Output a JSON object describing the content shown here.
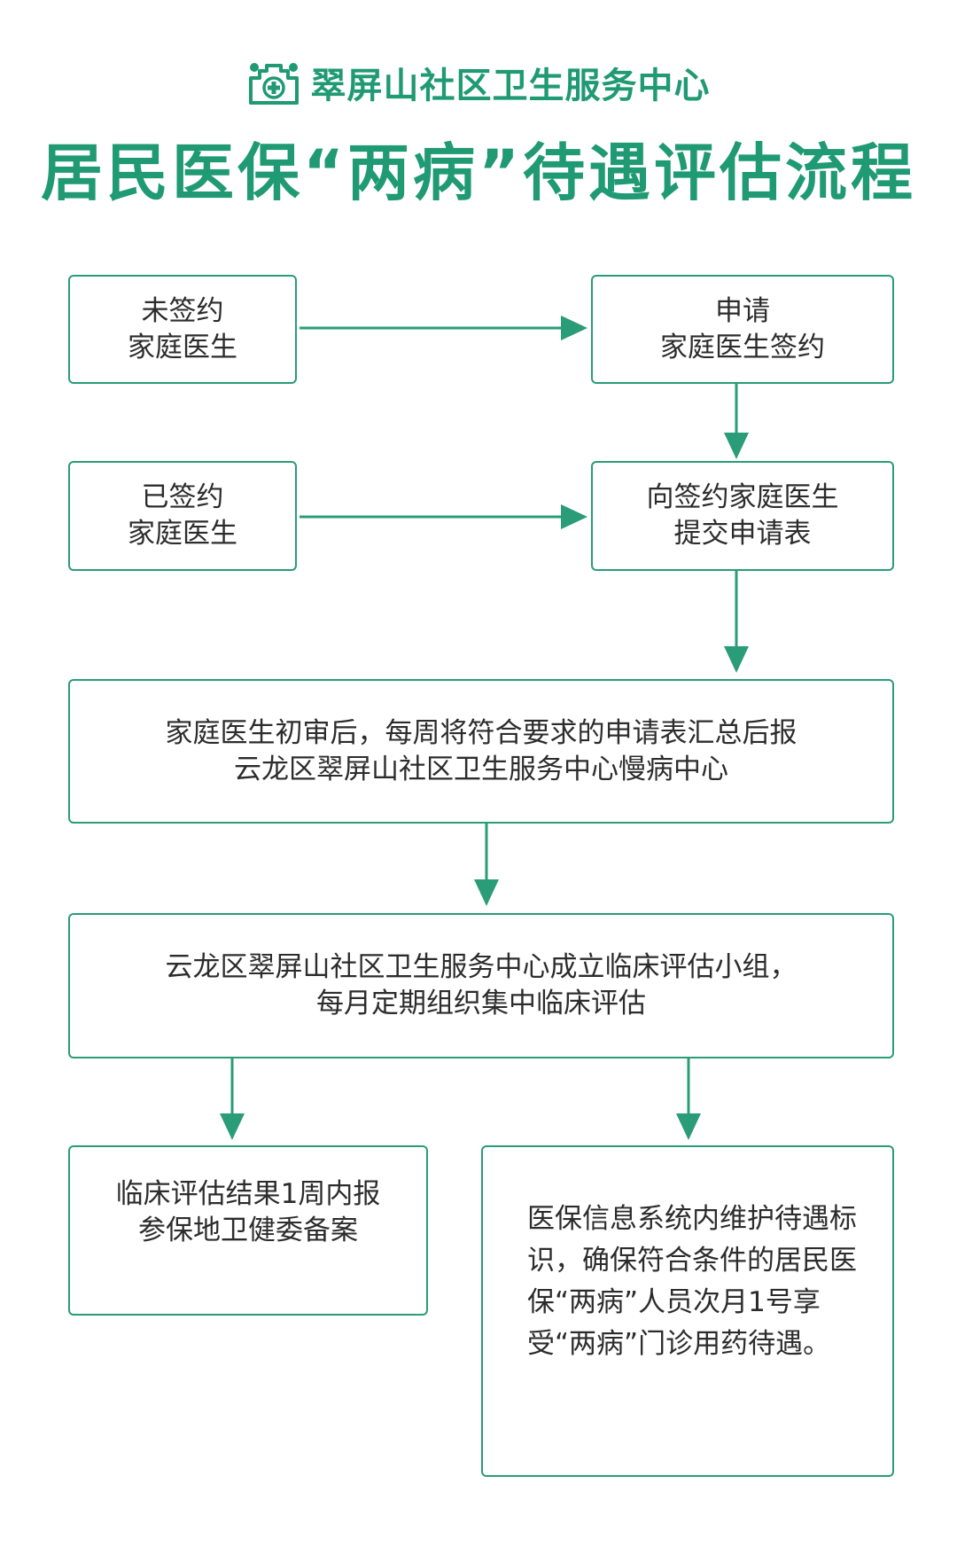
{
  "header": {
    "logo_icon": "medical-cross-building-icon",
    "org_name": "翠屏山社区卫生服务中心"
  },
  "title": "居民医保“两病”待遇评估流程",
  "colors": {
    "accent": "#1f9a72",
    "box_border": "#2a9c77",
    "text": "#2c2c2c"
  },
  "flow": {
    "unsigned": {
      "line1": "未签约",
      "line2": "家庭医生"
    },
    "apply_sign": {
      "line1": "申请",
      "line2": "家庭医生签约"
    },
    "signed": {
      "line1": "已签约",
      "line2": "家庭医生"
    },
    "submit_form": {
      "line1": "向签约家庭医生",
      "line2": "提交申请表"
    },
    "review": {
      "line1": "家庭医生初审后，每周将符合要求的申请表汇总后报",
      "line2": "云龙区翠屏山社区卫生服务中心慢病中心"
    },
    "assessment": {
      "line1": "云龙区翠屏山社区卫生服务中心成立临床评估小组，",
      "line2": "每月定期组织集中临床评估"
    },
    "report": {
      "line1": "临床评估结果1周内报",
      "line2": "参保地卫健委备案"
    },
    "maintain": {
      "text": "医保信息系统内维护待遇标识，确保符合条件的居民医保“两病”人员次月1号享受“两病”门诊用药待遇。"
    }
  }
}
